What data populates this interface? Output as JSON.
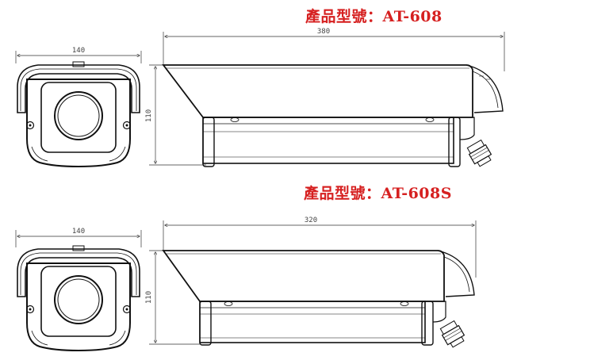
{
  "products": [
    {
      "title": "產品型號：AT-608",
      "front_width": "140",
      "height": "110",
      "length": "380"
    },
    {
      "title": "產品型號：AT-608S",
      "front_width": "140",
      "height": "110",
      "length": "320"
    }
  ]
}
